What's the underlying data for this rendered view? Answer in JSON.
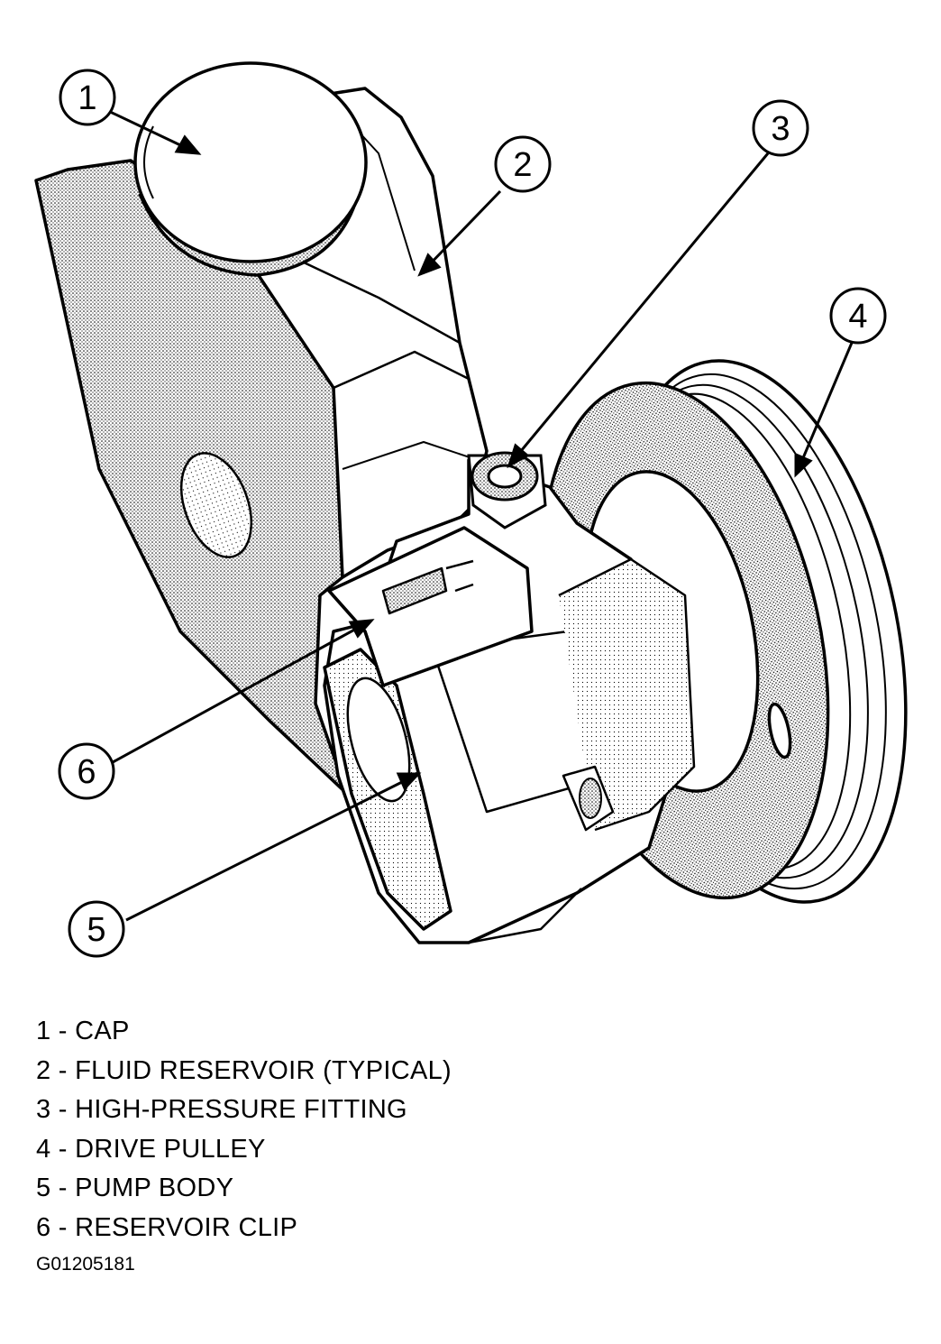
{
  "callouts": [
    {
      "number": "1"
    },
    {
      "number": "2"
    },
    {
      "number": "3"
    },
    {
      "number": "4"
    },
    {
      "number": "5"
    },
    {
      "number": "6"
    }
  ],
  "legend": [
    {
      "text": "1 - CAP"
    },
    {
      "text": "2 - FLUID RESERVOIR (TYPICAL)"
    },
    {
      "text": "3 - HIGH-PRESSURE FITTING"
    },
    {
      "text": "4 - DRIVE PULLEY"
    },
    {
      "text": "5 - PUMP BODY"
    },
    {
      "text": "6 - RESERVOIR CLIP"
    }
  ],
  "figure_code": "G01205181"
}
